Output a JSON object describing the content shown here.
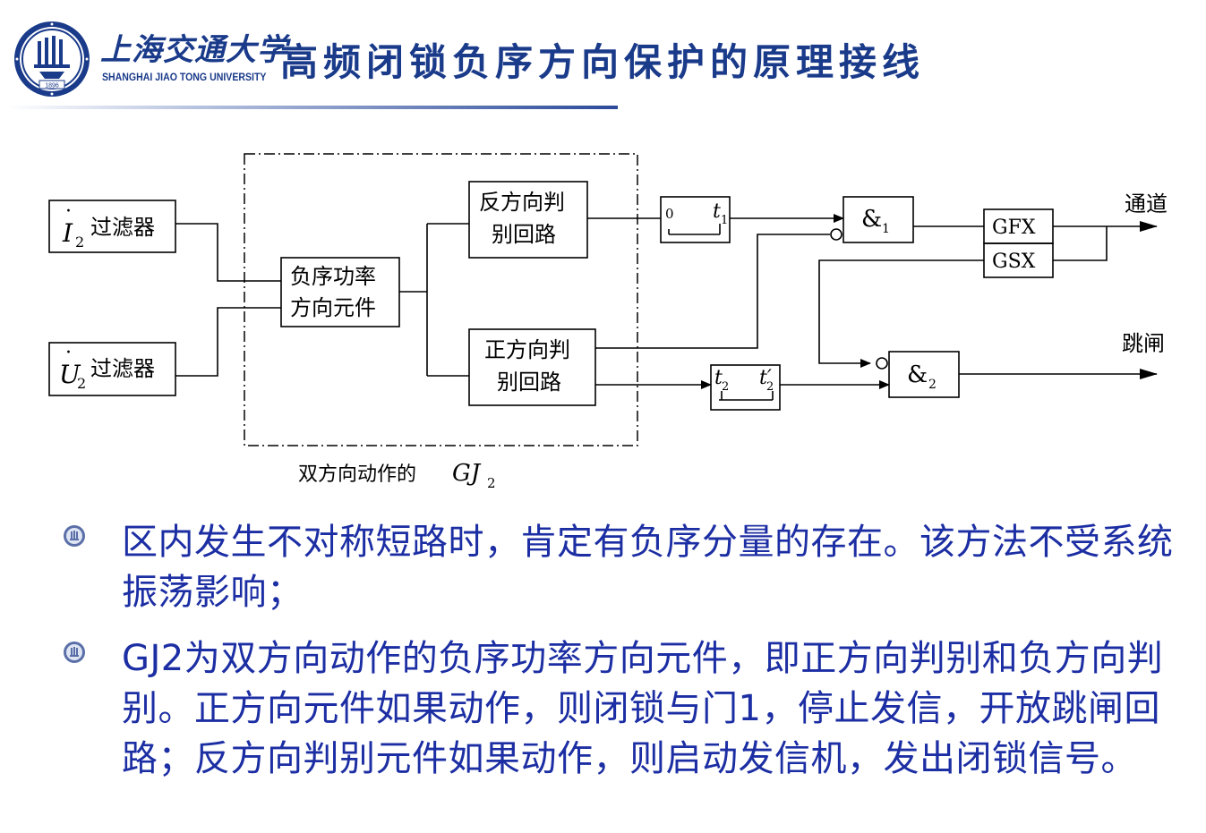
{
  "header": {
    "logo_cn": "上海交通大学",
    "logo_en": "SHANGHAI  JIAO TONG  UNIVERSITY",
    "logo_year": "1896",
    "title": "高频闭锁负序方向保护的原理接线"
  },
  "diagram": {
    "i2_filter": "过滤器",
    "u2_filter": "过滤器",
    "i2_symbol": "I",
    "u2_symbol": "U",
    "sub2": "2",
    "power_dir_line1": "负序功率",
    "power_dir_line2": "方向元件",
    "reverse_line1": "反方向判",
    "reverse_line2": "别回路",
    "forward_line1": "正方向判",
    "forward_line2": "别回路",
    "timer1_start": "0",
    "timer1_end": "t",
    "timer1_sub": "1",
    "timer2_start": "t",
    "timer2_end": "t′",
    "timer2_sub": "2",
    "and1": "&",
    "and1_sub": "1",
    "and2": "&",
    "and2_sub": "2",
    "gfx": "GFX",
    "gsx": "GSX",
    "channel": "通道",
    "trip": "跳闸",
    "gj2_caption": "双方向动作的",
    "gj2_symbol": "GJ"
  },
  "bullets": [
    {
      "text": "区内发生不对称短路时，肯定有负序分量的存在。该方法不受系统振荡影响；"
    },
    {
      "text": "GJ2为双方向动作的负序功率方向元件，即正方向判别和负方向判别。正方向元件如果动作，则闭锁与门1，停止发信，开放跳闸回路；反方向判别元件如果动作，则启动发信机，发出闭锁信号。"
    }
  ],
  "colors": {
    "brand_blue": "#1a3a8a",
    "bullet_text": "#1c2ea3"
  }
}
